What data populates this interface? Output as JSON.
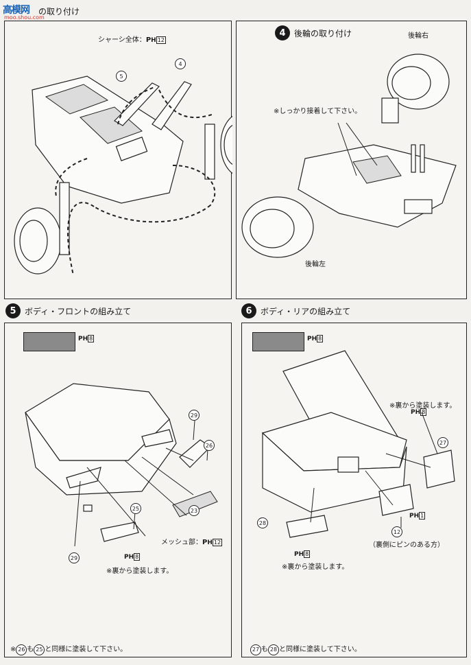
{
  "header": {
    "brand_logo": "高",
    "brand_name": "模网",
    "brand_url": "moo.shou.com",
    "step3_title_partial": "の取り付け"
  },
  "panel_top_left": {
    "chassis_note": "シャーシ全体：",
    "ref_code": "12",
    "part_labels": [
      "5",
      "4"
    ]
  },
  "step4": {
    "number": "4",
    "title": "後輪の取り付け",
    "rear_right": "後輪右",
    "rear_left": "後輪左",
    "note": "※しっかり接着して下さい。"
  },
  "step5": {
    "number": "5",
    "title": "ボディ・フロントの組み立て",
    "ref_code": "8",
    "parts": [
      "29",
      "26",
      "23",
      "25",
      "29"
    ],
    "mesh_note": "メッシュ部：",
    "mesh_ref": "12",
    "back_paint_ref": "8",
    "back_paint_note": "※裏から塗装します。",
    "footer_note_a": "26",
    "footer_note_b": "25",
    "footer_note_text": "と同様に塗装して下さい。",
    "footer_prefix": "※",
    "footer_mid": "も"
  },
  "step6": {
    "number": "6",
    "title": "ボディ・リアの組み立て",
    "ref_code": "8",
    "back_paint_top": "※裏から塗装します。",
    "back_paint_top_ref": "8",
    "parts": [
      "27",
      "28",
      "12"
    ],
    "plate_ref": "1",
    "pin_note": "（裏側にピンのある方）",
    "back_paint_bottom_ref": "8",
    "back_paint_bottom": "※裏から塗装します。",
    "footer_note_a": "27",
    "footer_note_b": "28",
    "footer_mid": "も",
    "footer_note_text": "と同様に塗装して下さい。"
  },
  "ph_prefix": "P",
  "ph_sub": "H",
  "colors": {
    "swatch": "#8a8a8a",
    "brand": "#1863b5",
    "brand_sub": "#d2322a"
  }
}
